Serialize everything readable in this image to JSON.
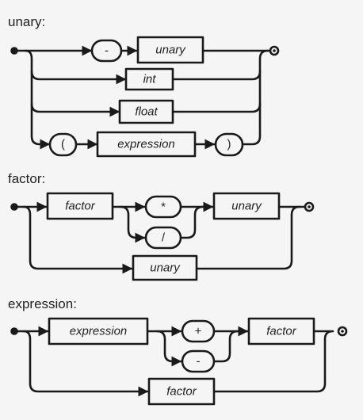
{
  "colors": {
    "background": "#f5f5f5",
    "line": "#1a1a1a",
    "box_fill": "#f5f5f5",
    "text": "#222222"
  },
  "rules": [
    {
      "name": "unary:",
      "terminals": [
        "-",
        "(",
        ")"
      ],
      "nonterminals": [
        "unary",
        "int",
        "float",
        "expression"
      ]
    },
    {
      "name": "factor:",
      "terminals": [
        "*",
        "/"
      ],
      "nonterminals": [
        "factor",
        "unary",
        "unary"
      ]
    },
    {
      "name": "expression:",
      "terminals": [
        "+",
        "-"
      ],
      "nonterminals": [
        "expression",
        "factor",
        "factor"
      ]
    }
  ]
}
